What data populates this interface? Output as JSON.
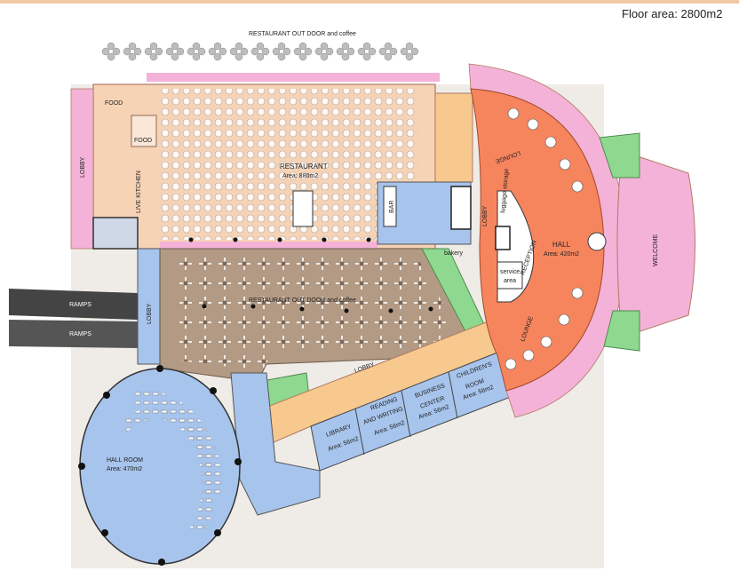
{
  "header": {
    "floor_area": "Floor area: 2800m2"
  },
  "labels": {
    "restaurant_out_top": "RESTAURANT OUT DOOR and coffee",
    "restaurant_out_mid": "RESTAURANT OUT DOOR and coffee",
    "restaurant": "RESTAURANT",
    "restaurant_area": "Area: 880m2",
    "food_1": "FOOD",
    "food_2": "FOOD",
    "live_kitchen": "LIVE KITCHEN",
    "lobby_left": "LOBBY",
    "lobby_mid": "LOBBY",
    "lobby_long": "LOBBY",
    "lobby_hall": "LOBBY",
    "bar": "BAR",
    "bakery": "bakery",
    "ramps_1": "RAMPS",
    "ramps_2": "RAMPS",
    "hall_room": "HALL ROOM",
    "hall_room_area": "Area: 470m2",
    "library": "LIBRARY",
    "library_area": "Area: 56m2",
    "reading": "READING",
    "and_writing": "AND WRITING",
    "reading_area": "Area: 56m2",
    "business": "BUSINESS",
    "center": "CENTER",
    "business_area": "Area: 56m2",
    "childrens": "CHILDREN'S",
    "room": "ROOM",
    "childrens_area": "Area: 56m2",
    "hall": "HALL",
    "hall_area": "Area: 420m2",
    "lounge_top": "LOUNGE",
    "lounge_bottom": "LOUNGE",
    "luggage_storage": "luggage storage",
    "reception": "RECEPTION",
    "service": "service",
    "service_area": "area",
    "welcome": "WELCOME"
  },
  "colors": {
    "restaurant": "#f6d3b5",
    "lobby_orange": "#f7c98f",
    "hall_orange": "#f6855e",
    "pink": "#f5b2d8",
    "blue": "#a7c4ec",
    "brown": "#b39a84",
    "green": "#8ed98f",
    "ground": "#eeeae6"
  }
}
